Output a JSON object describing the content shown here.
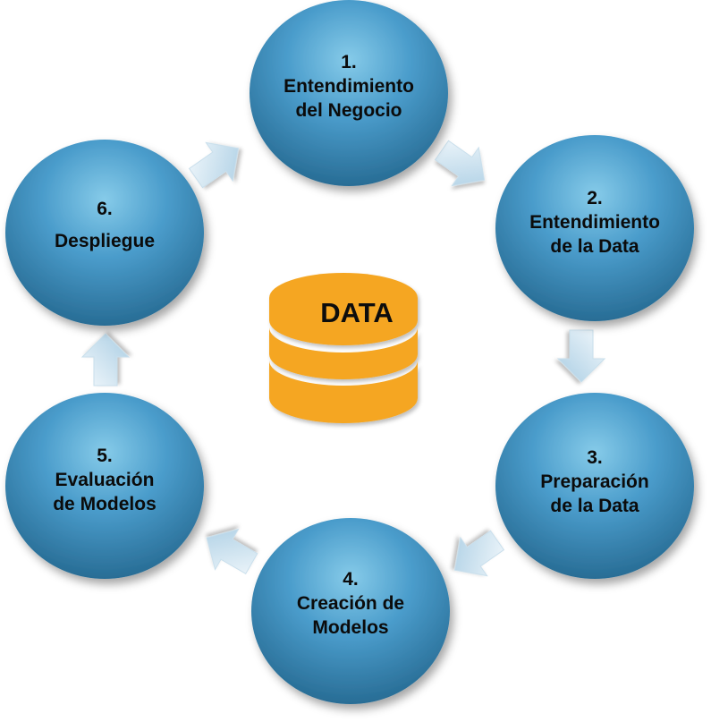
{
  "center": {
    "label": "DATA",
    "icon": "database-icon",
    "color": "#F5A623"
  },
  "stages": [
    {
      "number": "1.",
      "lines": [
        "Entendimiento",
        "del Negocio"
      ]
    },
    {
      "number": "2.",
      "lines": [
        "Entendimiento",
        "de la Data"
      ]
    },
    {
      "number": "3.",
      "lines": [
        "Preparación",
        "de la Data"
      ]
    },
    {
      "number": "4.",
      "lines": [
        "Creación de",
        "Modelos"
      ]
    },
    {
      "number": "5.",
      "lines": [
        "Evaluación",
        "de Modelos"
      ]
    },
    {
      "number": "6.",
      "lines": [
        "Despliegue"
      ]
    }
  ],
  "colors": {
    "circle_light": "#7cc3e4",
    "circle_dark": "#2b6f97",
    "arrow_light": "#eaf3f9",
    "arrow_dark": "#9ec6de"
  }
}
